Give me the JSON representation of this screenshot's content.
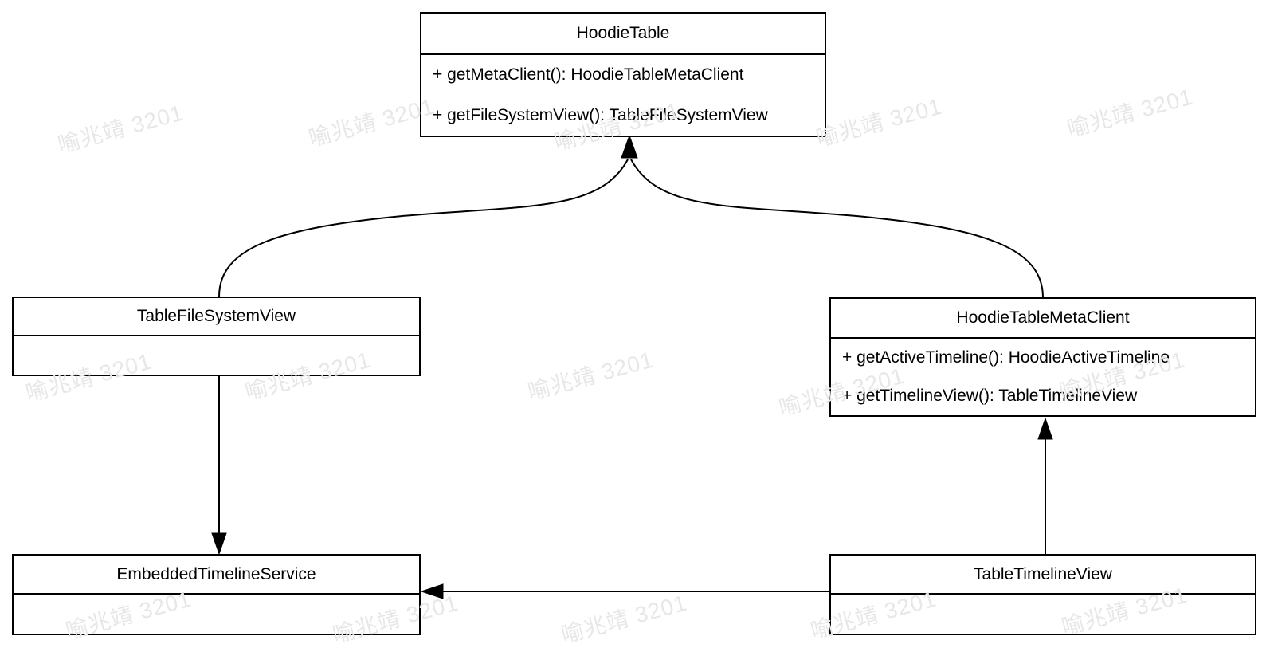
{
  "watermark": {
    "text": "喻兆靖 3201"
  },
  "colors": {
    "stroke": "#000000",
    "background": "#ffffff",
    "watermark": "#e7e7e7"
  },
  "classes": [
    {
      "name": "HoodieTable",
      "methods": [
        "+ getMetaClient(): HoodieTableMetaClient",
        "+ getFileSystemView(): TableFileSystemView"
      ]
    },
    {
      "name": "TableFileSystemView",
      "methods": []
    },
    {
      "name": "HoodieTableMetaClient",
      "methods": [
        "+ getActiveTimeline(): HoodieActiveTimeline",
        "+ getTimelineView(): TableTimelineView"
      ]
    },
    {
      "name": "EmbeddedTimelineService",
      "methods": []
    },
    {
      "name": "TableTimelineView",
      "methods": []
    }
  ],
  "relations": [
    {
      "from": "TableFileSystemView",
      "to": "HoodieTable",
      "style": "curved-arrow"
    },
    {
      "from": "HoodieTableMetaClient",
      "to": "HoodieTable",
      "style": "curved-arrow"
    },
    {
      "from": "TableFileSystemView",
      "to": "EmbeddedTimelineService",
      "style": "straight-arrow"
    },
    {
      "from": "TableTimelineView",
      "to": "HoodieTableMetaClient",
      "style": "straight-arrow"
    },
    {
      "from": "TableTimelineView",
      "to": "EmbeddedTimelineService",
      "style": "straight-arrow"
    }
  ]
}
